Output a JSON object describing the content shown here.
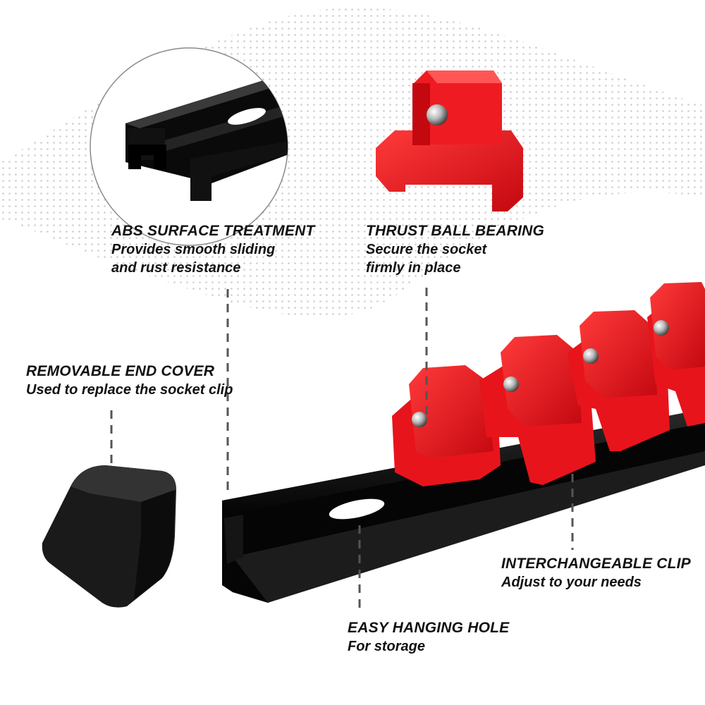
{
  "callouts": {
    "abs": {
      "title": "ABS SURFACE TREATMENT",
      "line1": "Provides smooth sliding",
      "line2": "and rust resistance"
    },
    "thrust": {
      "title": "THRUST BALL BEARING",
      "line1": "Secure the socket",
      "line2": "firmly in place"
    },
    "cover": {
      "title": "REMOVABLE END COVER",
      "line1": "Used to replace the socket clip"
    },
    "clip": {
      "title": "INTERCHANGEABLE CLIP",
      "line1": "Adjust to your needs"
    },
    "hole": {
      "title": "EASY HANGING HOLE",
      "line1": "For storage"
    }
  },
  "colors": {
    "rail": "#0d0d0d",
    "clip_red": "#e8141c",
    "end_cover": "#1a1a1a",
    "dots": "#9a9a9a"
  }
}
